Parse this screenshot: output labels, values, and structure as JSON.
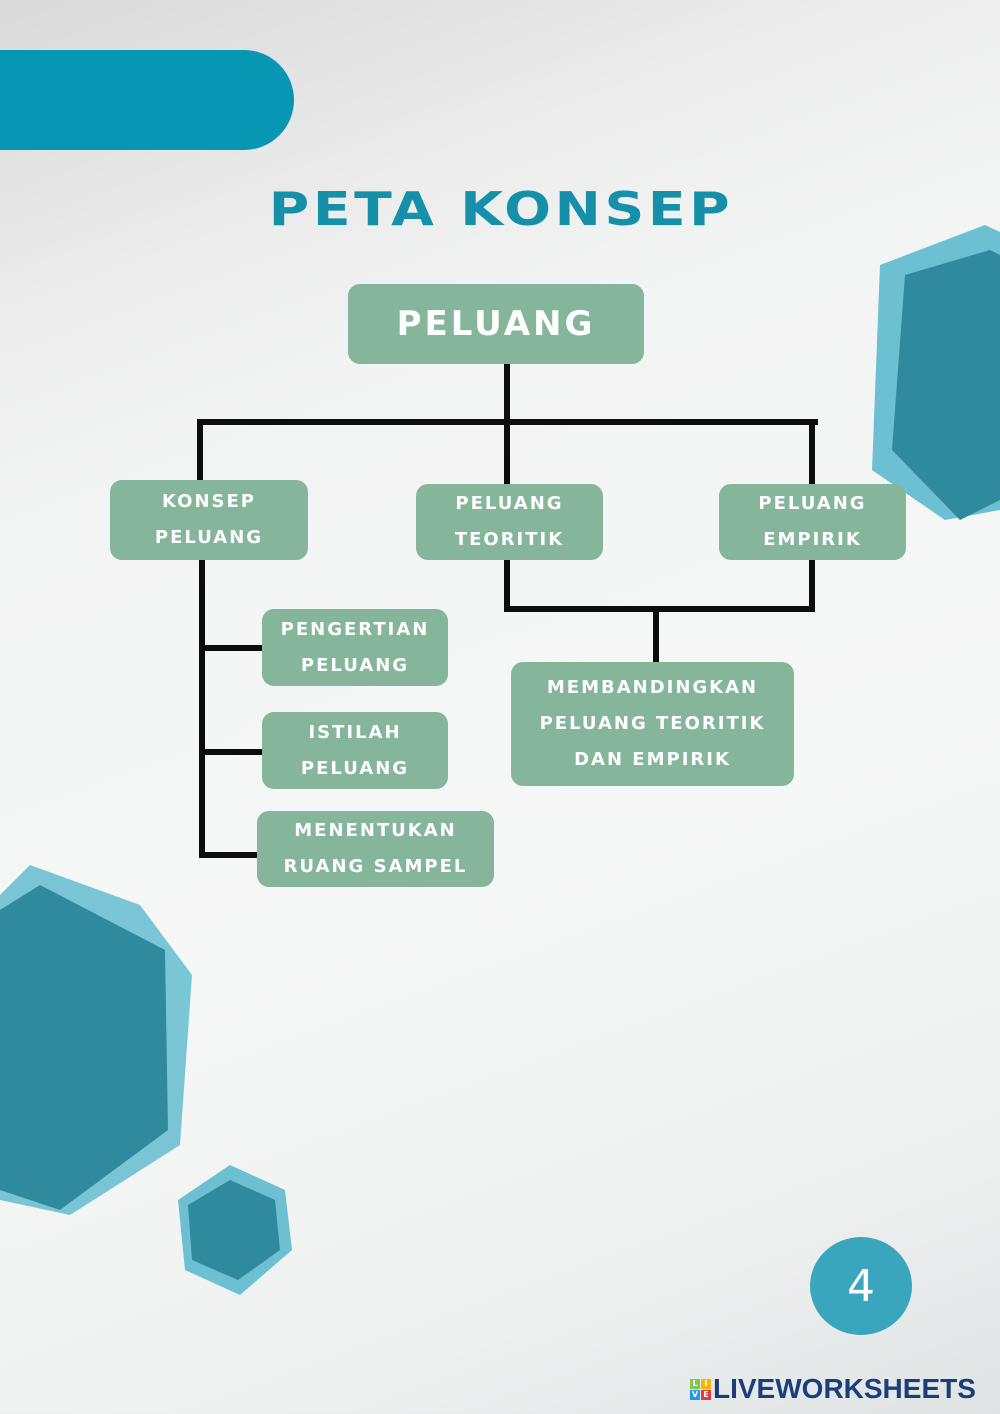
{
  "header": {
    "title": "PETA KONSEP"
  },
  "map": {
    "root": "PELUANG",
    "konsep": "KONSEP\nPELUANG",
    "teoritik": "PELUANG\nTEORITIK",
    "empirik": "PELUANG\nEMPIRIK",
    "pengertian": "PENGERTIAN\nPELUANG",
    "istilah": "ISTILAH\nPELUANG",
    "ruang": "MENENTUKAN\nRUANG SAMPEL",
    "membandingkan": "MEMBANDINGKAN\nPELUANG TEORITIK\nDAN EMPIRIK"
  },
  "page_number": "4",
  "watermark": {
    "text": "LIVEWORKSHEETS",
    "icon_letters": [
      "L",
      "I",
      "V",
      "E"
    ]
  },
  "colors": {
    "banner": "#0796b3",
    "title": "#1590a8",
    "box": "#85b59a",
    "hex_dark": "#2e8a9c",
    "hex_light": "#6cc0d2"
  }
}
